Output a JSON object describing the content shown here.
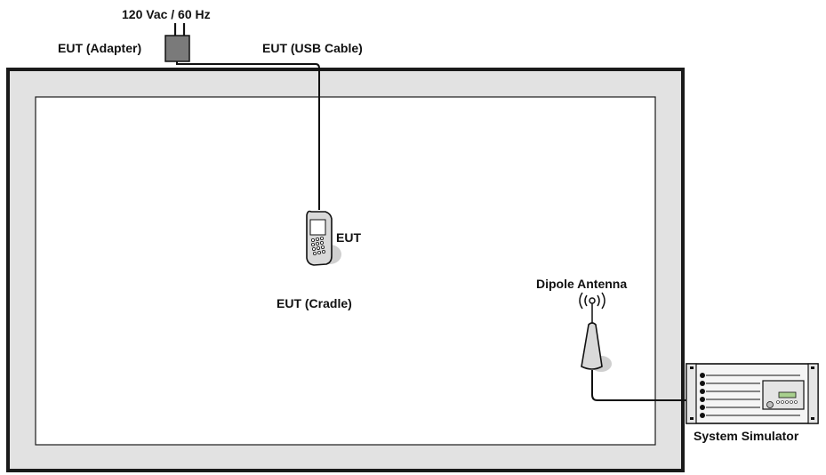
{
  "labels": {
    "power_source": "120 Vac / 60 Hz",
    "adapter": "EUT (Adapter)",
    "usb_cable": "EUT (USB Cable)",
    "eut": "EUT",
    "cradle": "EUT (Cradle)",
    "antenna": "Dipole Antenna",
    "simulator": "System Simulator"
  },
  "colors": {
    "chamber_outer_fill": "#e2e2e2",
    "chamber_border": "#1a1a1a",
    "inner_area_fill": "#ffffff",
    "cable": "#111111",
    "adapter_fill": "#7a7a7a",
    "device_fill": "#d9d9d9",
    "shadow": "#cfcfcf"
  }
}
